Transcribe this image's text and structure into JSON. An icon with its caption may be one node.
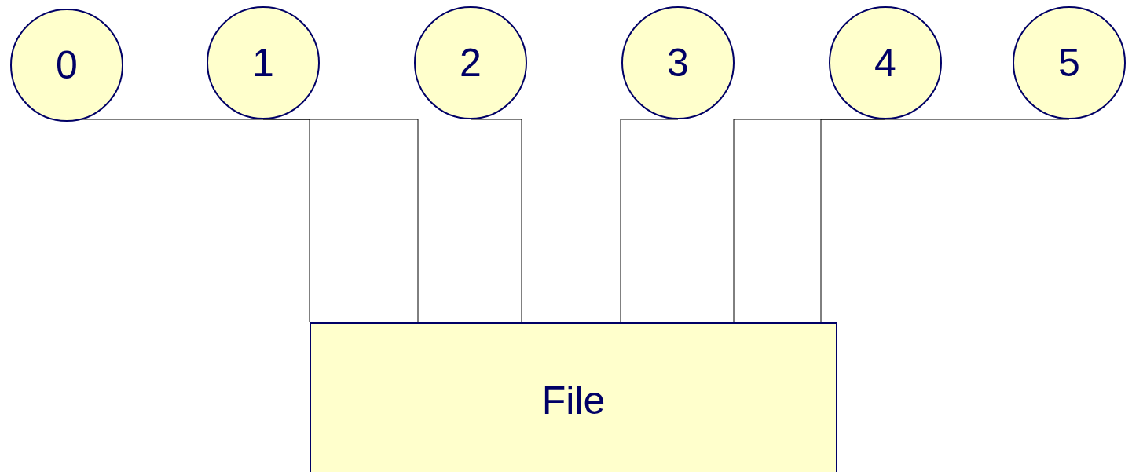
{
  "diagram": {
    "nodes": [
      {
        "text": [
          "0"
        ]
      },
      {
        "text": [
          "1"
        ]
      },
      {
        "text": [
          "2"
        ]
      },
      {
        "text": [
          "3"
        ]
      },
      {
        "text": [
          "4"
        ]
      },
      {
        "text": [
          "5"
        ]
      },
      {
        "text": [
          "File"
        ]
      }
    ],
    "edges": [
      {
        "from": 0,
        "to": 6,
        "arrow": "none"
      },
      {
        "from": 1,
        "to": 6,
        "arrow": "none"
      },
      {
        "from": 2,
        "to": 6,
        "arrow": "none"
      },
      {
        "from": 3,
        "to": 6,
        "arrow": "none"
      },
      {
        "from": 4,
        "to": 6,
        "arrow": "none"
      },
      {
        "from": 5,
        "to": 6,
        "arrow": "none"
      }
    ]
  }
}
